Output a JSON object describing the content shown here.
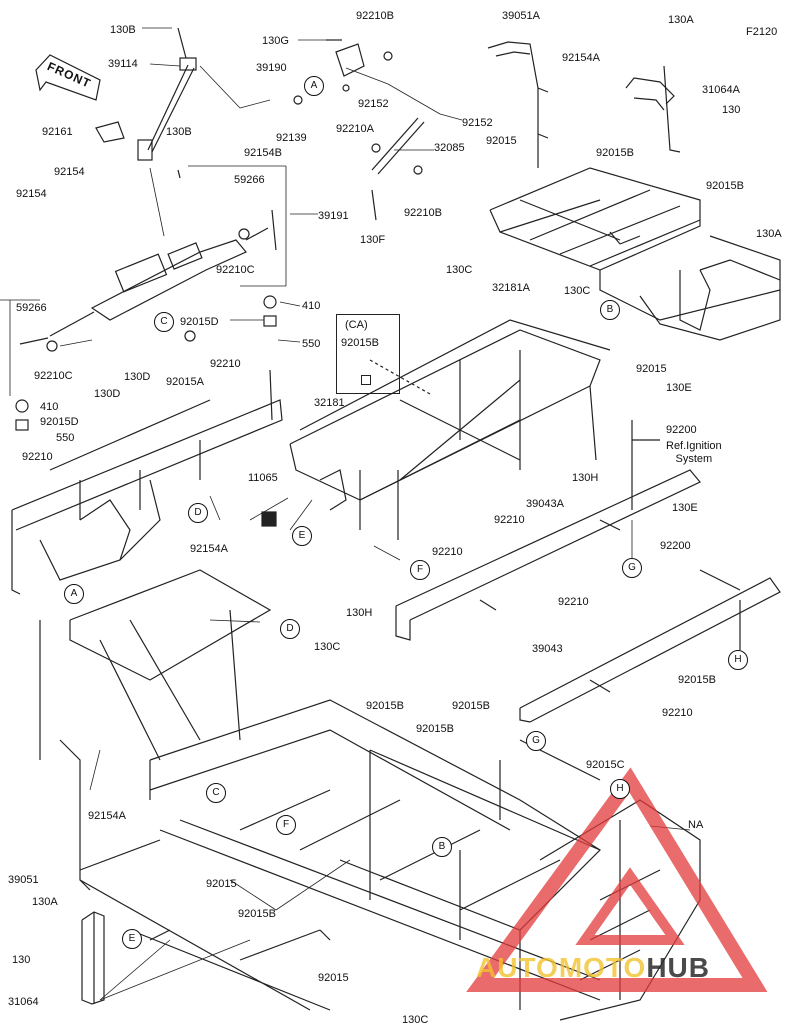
{
  "figure_code": "F2120",
  "front_label": "FRONT",
  "ignition_note": {
    "line1": "Ref.Ignition",
    "line2": "System"
  },
  "ca_label": "(CA)",
  "watermark": {
    "part1": "AUTOMOTO",
    "part2": "HUB",
    "color_red": "#e23a3a",
    "color_gold": "#f2c22e",
    "color_dark": "#2b2b2b"
  },
  "parts": {
    "p130b_top": "130B",
    "p130g": "130G",
    "p92210b_top": "92210B",
    "p39190": "39190",
    "p39114": "39114",
    "p92161": "92161",
    "p130b_mid": "130B",
    "p92154b": "92154B",
    "p92139": "92139",
    "p92210a": "92210A",
    "p92152_a": "92152",
    "p92152_b": "92152",
    "p32085": "32085",
    "p92210b_mid": "92210B",
    "p130f": "130F",
    "p92154_a": "92154",
    "p92154_b": "92154",
    "p59266_a": "59266",
    "p39191": "39191",
    "p92210c_a": "92210C",
    "p410_a": "410",
    "p92015d_a": "92015D",
    "p550_a": "550",
    "p59266_b": "59266",
    "p92210c_b": "92210C",
    "p92015a_a": "92015A",
    "p410_b": "410",
    "p92015d_b": "92015D",
    "p550_b": "550",
    "p130d_a": "130D",
    "p130d_b": "130D",
    "p92210_a": "92210",
    "p32181": "32181",
    "p92210_b": "92210",
    "p92015b_ca": "92015B",
    "p11065": "11065",
    "p92154a_a": "92154A",
    "p39051a": "39051A",
    "p92154a_top": "92154A",
    "p130a_top": "130A",
    "p31064a": "31064A",
    "p130_top": "130",
    "p92015_a": "92015",
    "p92015b_a": "92015B",
    "p92015b_b": "92015B",
    "p130c_a": "130C",
    "p130a_b": "130A",
    "p32181a": "32181A",
    "p130c_b": "130C",
    "p92015_b": "92015",
    "p130e_a": "130E",
    "p92200_a": "92200",
    "p130h_a": "130H",
    "p92210_c": "92210",
    "p39043a": "39043A",
    "p92210_d": "92210",
    "p130h_b": "130H",
    "p130e_b": "130E",
    "p92200_b": "92200",
    "p92210_e": "92210",
    "p39043": "39043",
    "p92015b_c": "92015B",
    "p92210_f": "92210",
    "p130c_c": "130C",
    "p92015b_d": "92015B",
    "p92015b_e": "92015B",
    "p92015b_f": "92015B",
    "p92015c": "92015C",
    "p92154a_b": "92154A",
    "p39051": "39051",
    "p92015_c": "92015",
    "p92015b_g": "92015B",
    "p130a_c": "130A",
    "p130_b": "130",
    "p31064": "31064",
    "p92015_d": "92015",
    "p130c_d": "130C",
    "p_na": "NA"
  },
  "callouts": {
    "a1": "A",
    "a2": "A",
    "b1": "B",
    "b2": "B",
    "c1": "C",
    "c2": "C",
    "d1": "D",
    "d2": "D",
    "e1": "E",
    "e2": "E",
    "f1": "F",
    "f2": "F",
    "g1": "G",
    "g2": "G",
    "h1": "H",
    "h2": "H"
  }
}
